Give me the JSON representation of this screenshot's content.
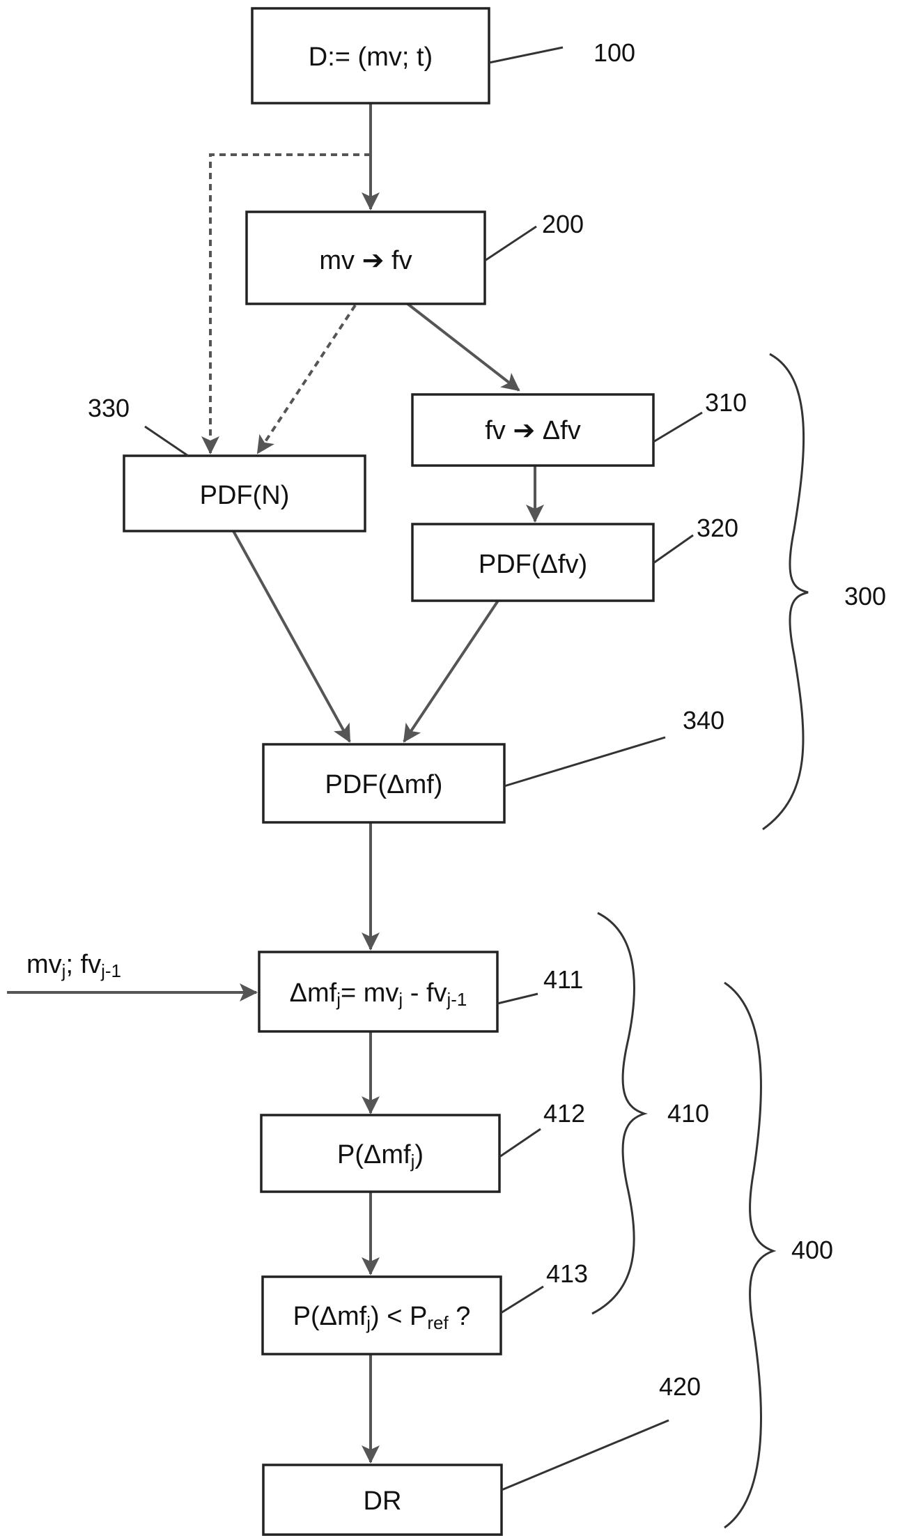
{
  "boxes": {
    "b100": {
      "label": "D:= (mv; t)"
    },
    "b200": {
      "label_left": "mv",
      "arrow_glyph": "➔",
      "label_right": "fv"
    },
    "b310": {
      "label_left": "fv",
      "arrow_glyph": "➔",
      "label_right": "Δfv"
    },
    "b320": {
      "label": "PDF(Δfv)"
    },
    "b330": {
      "label": "PDF(N)"
    },
    "b340": {
      "label": "PDF(Δmf)"
    },
    "b411": {
      "part1": "Δmf",
      "sub1": "j",
      "part2": "= mv",
      "sub2": "j",
      "part3": " - fv",
      "sub3": "j-1"
    },
    "b412": {
      "part1": "P(Δmf",
      "sub1": "j",
      "part2": ")"
    },
    "b413": {
      "part1": "P(Δmf",
      "sub1": "j",
      "part2": ") < P",
      "sub2": "ref",
      "part3": " ?"
    },
    "b420": {
      "label": "DR"
    }
  },
  "input": {
    "part1": "mv",
    "sub1": "j",
    "part2": "; fv",
    "sub2": "j-1"
  },
  "refs": {
    "r100": "100",
    "r200": "200",
    "r300": "300",
    "r310": "310",
    "r320": "320",
    "r330": "330",
    "r340": "340",
    "r400": "400",
    "r410": "410",
    "r411": "411",
    "r412": "412",
    "r413": "413",
    "r420": "420"
  }
}
